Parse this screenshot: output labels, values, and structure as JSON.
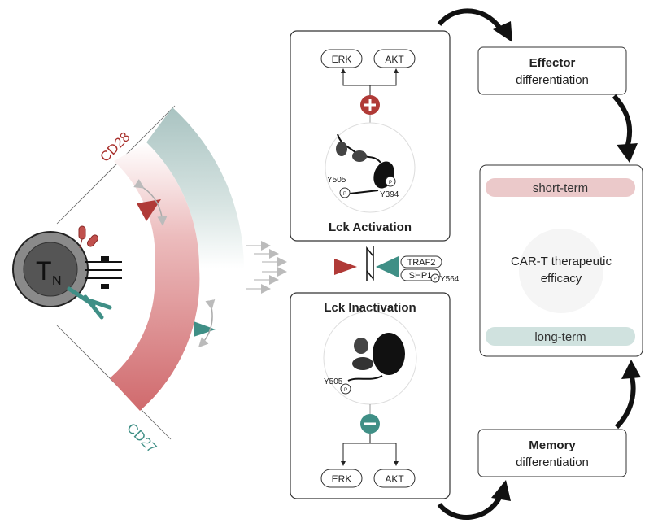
{
  "colors": {
    "red": "#b03a37",
    "teal": "#3f8f86",
    "pink_band": "#d6777a",
    "grey_band": "#a9c3c1",
    "short_term": "#ebc9ca",
    "long_term": "#d0e2df"
  },
  "cell": {
    "label_main": "T",
    "label_sub": "N"
  },
  "receptors": {
    "cd28": "CD28",
    "cd27": "CD27"
  },
  "activation": {
    "title": "Lck Activation",
    "erk": "ERK",
    "akt": "AKT",
    "y505": "Y505",
    "y394": "Y394",
    "p": "P",
    "sign": "plus"
  },
  "inactivation": {
    "title": "Lck Inactivation",
    "erk": "ERK",
    "akt": "AKT",
    "y505": "Y505",
    "p": "P",
    "sign": "minus"
  },
  "regulators": {
    "traf2": "TRAF2",
    "shp1": "SHP1",
    "y564": "Y564",
    "p": "P"
  },
  "effector": {
    "line1": "Effector",
    "line2": "differentiation"
  },
  "memory": {
    "line1": "Memory",
    "line2": "differentiation"
  },
  "outcome": {
    "short_term": "short-term",
    "line1": "CAR-T therapeutic",
    "line2": "efficacy",
    "long_term": "long-term"
  }
}
